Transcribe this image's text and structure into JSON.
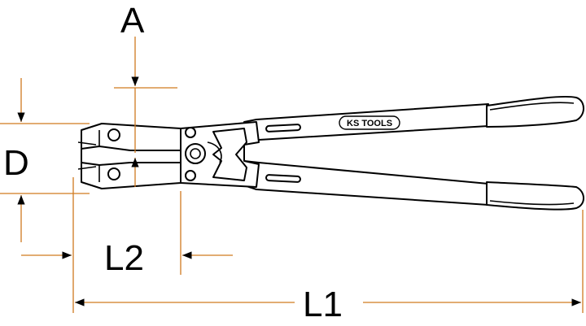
{
  "labels": {
    "A": "A",
    "D": "D",
    "L1": "L1",
    "L2": "L2"
  },
  "brand": {
    "logo_text": "KS TOOLS"
  },
  "colors": {
    "dimension": "#d07a1f",
    "outline": "#000000",
    "background": "#ffffff"
  }
}
